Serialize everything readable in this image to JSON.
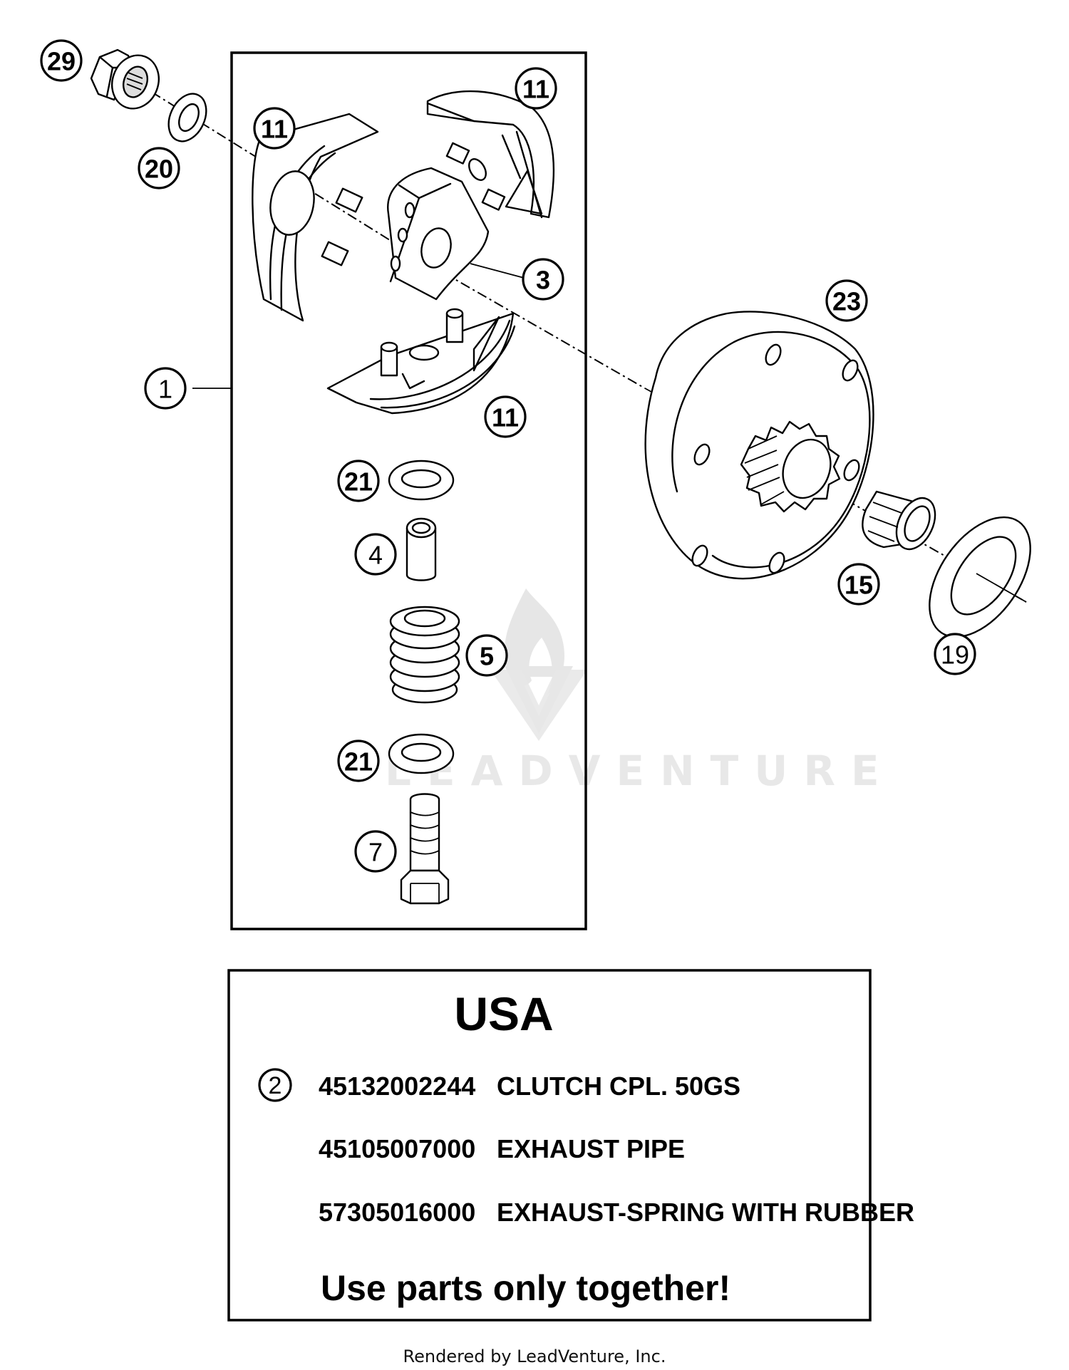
{
  "diagram": {
    "title": "Clutch assembly exploded view",
    "watermark": {
      "icon": "flame-v-logo-icon",
      "text": "LEADVENTURE"
    },
    "callouts": [
      {
        "id": "c29",
        "label": "29",
        "part": "flange-nut"
      },
      {
        "id": "c20",
        "label": "20",
        "part": "washer"
      },
      {
        "id": "c11a",
        "label": "11",
        "part": "clutch-shoe"
      },
      {
        "id": "c11b",
        "label": "11",
        "part": "clutch-shoe"
      },
      {
        "id": "c11c",
        "label": "11",
        "part": "clutch-shoe"
      },
      {
        "id": "c3",
        "label": "3",
        "part": "clutch-carrier"
      },
      {
        "id": "c1",
        "label": "1",
        "part": "clutch-assembly"
      },
      {
        "id": "c23",
        "label": "23",
        "part": "clutch-drum"
      },
      {
        "id": "c21a",
        "label": "21",
        "part": "washer"
      },
      {
        "id": "c4",
        "label": "4",
        "part": "sleeve"
      },
      {
        "id": "c5",
        "label": "5",
        "part": "spring"
      },
      {
        "id": "c21b",
        "label": "21",
        "part": "washer"
      },
      {
        "id": "c7",
        "label": "7",
        "part": "bolt"
      },
      {
        "id": "c15",
        "label": "15",
        "part": "needle-bearing"
      },
      {
        "id": "c19",
        "label": "19",
        "part": "thrust-washer"
      }
    ]
  },
  "note_box": {
    "title": "USA",
    "callout_label": "2",
    "rows": [
      {
        "part_number": "45132002244",
        "description": "CLUTCH CPL. 50GS"
      },
      {
        "part_number": "45105007000",
        "description": "EXHAUST PIPE"
      },
      {
        "part_number": "57305016000",
        "description": "EXHAUST-SPRING WITH RUBBER"
      }
    ],
    "warning": "Use parts only together!"
  },
  "footer": {
    "text": "Rendered by LeadVenture, Inc."
  }
}
